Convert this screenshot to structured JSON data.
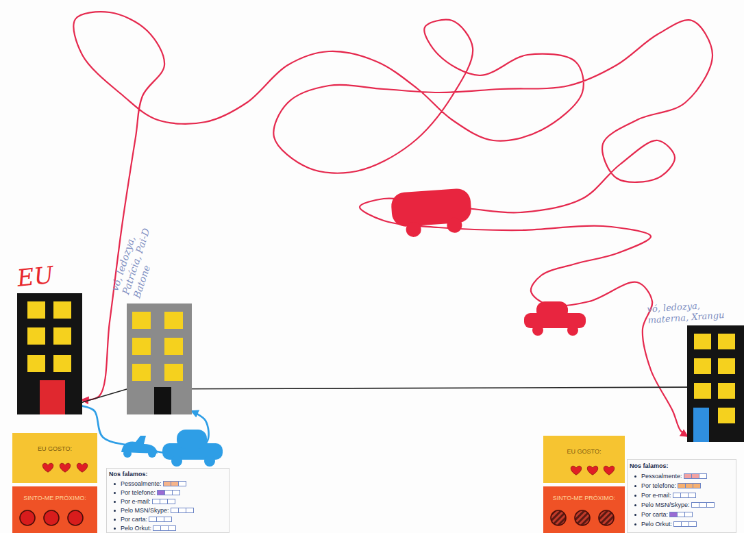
{
  "diagram": {
    "nodes": [
      {
        "text": [
          "EU"
        ]
      },
      {
        "text": [
          "vó, ledozya, Patrícia, Pai-D Batone"
        ]
      },
      {
        "text": [
          "vó, ledozya, materna, Xrangu"
        ]
      },
      {
        "text": [
          "EU GOSTO:"
        ]
      },
      {
        "text": [
          "SINTO-ME PRÓXIMO:"
        ]
      },
      {
        "text": [
          "Nos falamos:",
          "Pessoalmente:",
          "Por telefone:",
          "Por e-mail:",
          "Pelo MSN/Skype:",
          "Por carta:",
          "Pelo Orkut:"
        ]
      },
      {
        "text": [
          "EU GOSTO:"
        ]
      },
      {
        "text": [
          "SINTO-ME PRÓXIMO:"
        ]
      },
      {
        "text": [
          "Nos falamos:",
          "Pessoalmente:",
          "Por telefone:",
          "Por e-mail:",
          "Pelo MSN/Skype:",
          "Por carta:",
          "Pelo Orkut:"
        ]
      }
    ],
    "edges": [
      {
        "from": 0,
        "to": 2,
        "arrow": "both"
      },
      {
        "from": 0,
        "to": 2,
        "arrow": "none"
      },
      {
        "from": 0,
        "to": 1,
        "arrow": "to"
      }
    ]
  }
}
